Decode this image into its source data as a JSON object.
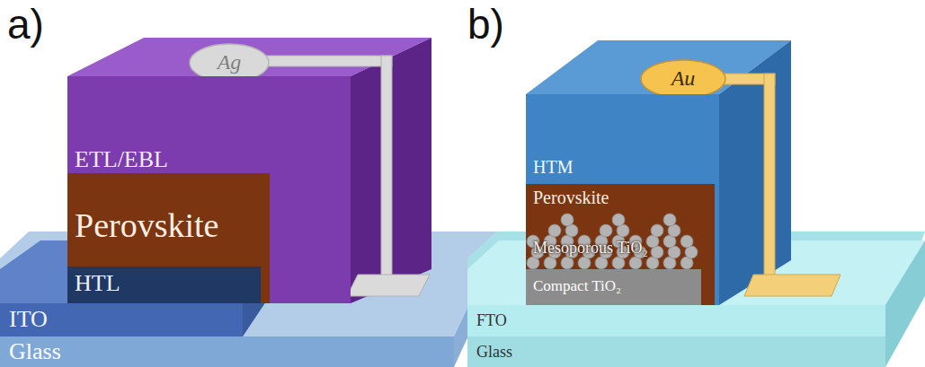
{
  "diagram": {
    "nodes": [
      {
        "text": [
          "Ag"
        ]
      },
      {
        "text": [
          "ETL/EBL"
        ]
      },
      {
        "text": [
          "Perovskite"
        ],
        "in": 1
      },
      {
        "text": [
          "HTL"
        ],
        "in": 2
      },
      {
        "text": [
          "ITO"
        ]
      },
      {
        "text": [
          "Glass"
        ]
      },
      {
        "text": [
          "Au"
        ]
      },
      {
        "text": [
          "HTM"
        ]
      },
      {
        "text": [
          "Perovskite"
        ],
        "in": 7
      },
      {
        "text": [
          "Mesoporous TiO₂"
        ],
        "in": 8
      },
      {
        "text": [
          "Compact TiO₂"
        ],
        "in": 8
      },
      {
        "text": [
          "FTO"
        ]
      },
      {
        "text": [
          "Glass"
        ]
      }
    ],
    "labels": [
      "a)",
      "b)"
    ]
  }
}
